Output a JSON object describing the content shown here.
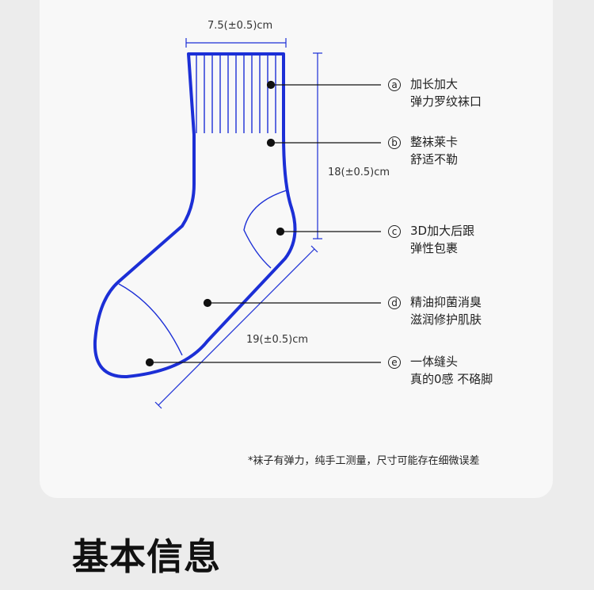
{
  "measurements": {
    "width": "7.5(±0.5)cm",
    "height": "18(±0.5)cm",
    "length": "19(±0.5)cm"
  },
  "callouts": [
    {
      "badge": "a",
      "line1": "加长加大",
      "line2": "弹力罗纹袜口"
    },
    {
      "badge": "b",
      "line1": "整袜莱卡",
      "line2": "舒适不勒"
    },
    {
      "badge": "c",
      "line1": "3D加大后跟",
      "line2": "弹性包裹"
    },
    {
      "badge": "d",
      "line1": "精油抑菌消臭",
      "line2": "滋润修护肌肤"
    },
    {
      "badge": "e",
      "line1": "一体缝头",
      "line2": "真的0感 不硌脚"
    }
  ],
  "note": "*袜子有弹力，纯手工测量，尺寸可能存在细微误差",
  "section_title": "基本信息",
  "colors": {
    "outline": "#1c2fd6",
    "text": "#222222"
  }
}
